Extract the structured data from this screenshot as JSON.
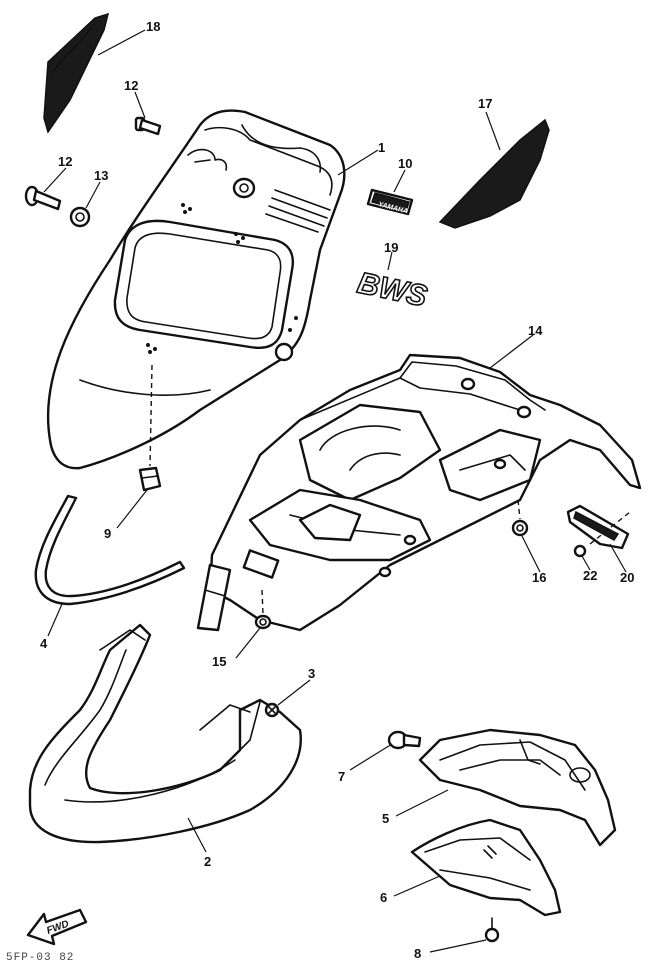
{
  "diagram": {
    "callouts": {
      "c1": "1",
      "c2": "2",
      "c3": "3",
      "c4": "4",
      "c5": "5",
      "c6": "6",
      "c7": "7",
      "c8": "8",
      "c9": "9",
      "c10": "10",
      "c12a": "12",
      "c12b": "12",
      "c13": "13",
      "c14": "14",
      "c15": "15",
      "c16": "16",
      "c17": "17",
      "c18": "18",
      "c19": "19",
      "c20": "20",
      "c22": "22"
    },
    "decal_text": "BWS",
    "emblem_text": "YAMAHA",
    "fwd_label": "FWD",
    "footer_code": "5FP-03 82"
  }
}
